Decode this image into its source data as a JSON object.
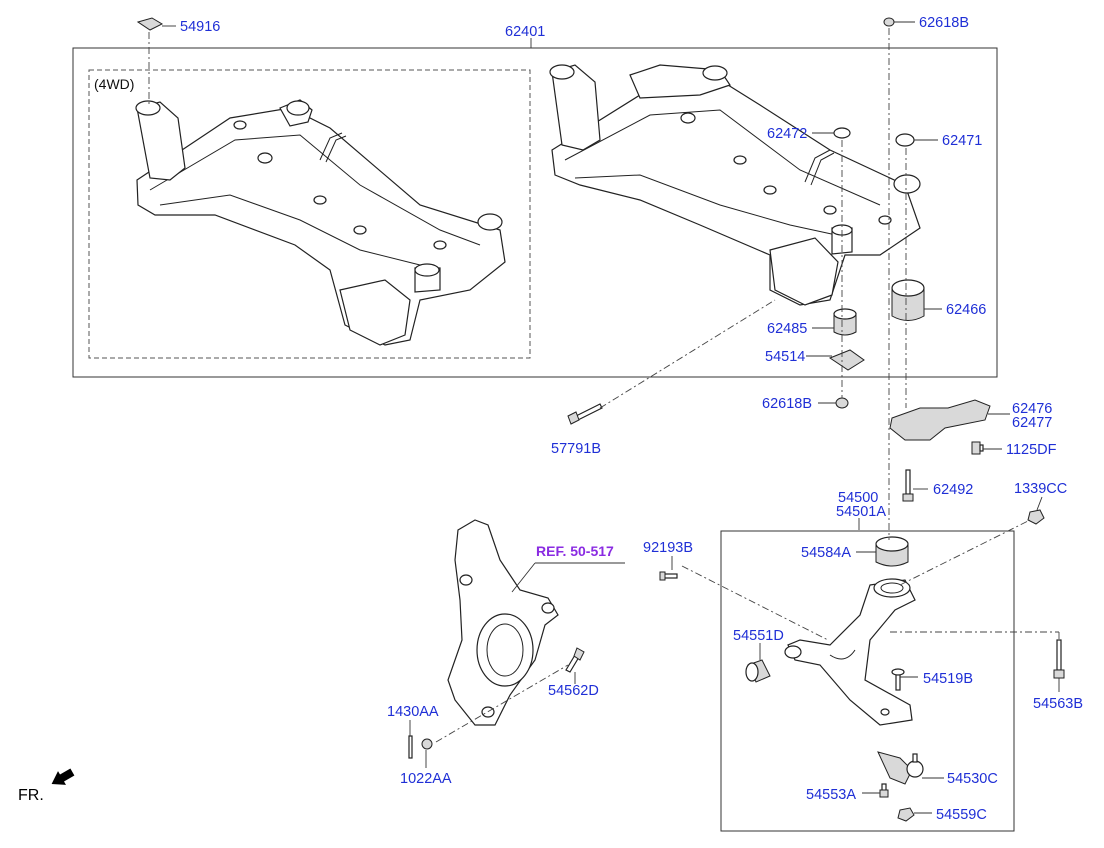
{
  "title": "",
  "subframe_label": "(4WD)",
  "direction_label": "FR.",
  "reference_label": "REF. 50-517",
  "parts": {
    "p54916": "54916",
    "p62401": "62401",
    "p62618B_top": "62618B",
    "p62472": "62472",
    "p62471": "62471",
    "p62466": "62466",
    "p62485": "62485",
    "p54514": "54514",
    "p62618B_bot": "62618B",
    "p57791B": "57791B",
    "p62476": "62476",
    "p62477": "62477",
    "p1125DF": "1125DF",
    "p62492": "62492",
    "p1339CC": "1339CC",
    "p54500": "54500",
    "p54501A": "54501A",
    "p92193B": "92193B",
    "p54584A": "54584A",
    "p54551D": "54551D",
    "p54519B": "54519B",
    "p54563B": "54563B",
    "p54562D": "54562D",
    "p1430AA": "1430AA",
    "p1022AA": "1022AA",
    "p54530C": "54530C",
    "p54553A": "54553A",
    "p54559C": "54559C"
  }
}
